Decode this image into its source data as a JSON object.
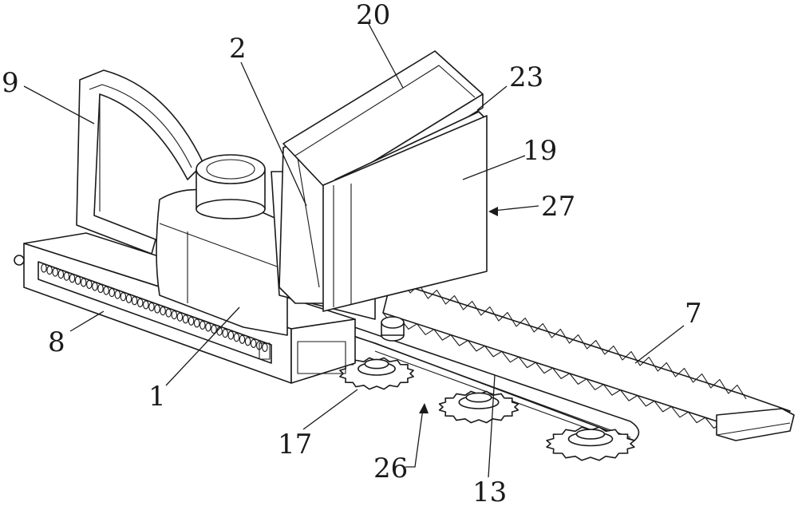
{
  "labels": {
    "l1": "1",
    "l2": "2",
    "l7": "7",
    "l8": "8",
    "l9": "9",
    "l13": "13",
    "l17": "17",
    "l19": "19",
    "l20": "20",
    "l23": "23",
    "l26": "26",
    "l27": "27"
  }
}
